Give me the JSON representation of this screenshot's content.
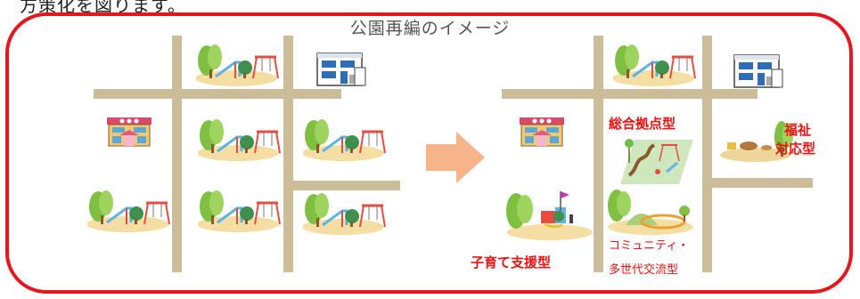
{
  "top_text": "方策化を図ります。",
  "title": "公園再編のイメージ",
  "labels": {
    "sougou": "総合拠点型",
    "fukushi_1": "福祉",
    "fukushi_2": "対応型",
    "kosodate": "子育て支援型",
    "community_1": "コミュニティ・",
    "community_2": "多世代交流型"
  },
  "colors": {
    "frame": "#e8161c",
    "label": "#ee1111",
    "road": "#cbbd9a",
    "arrow": "#f7b48a"
  }
}
